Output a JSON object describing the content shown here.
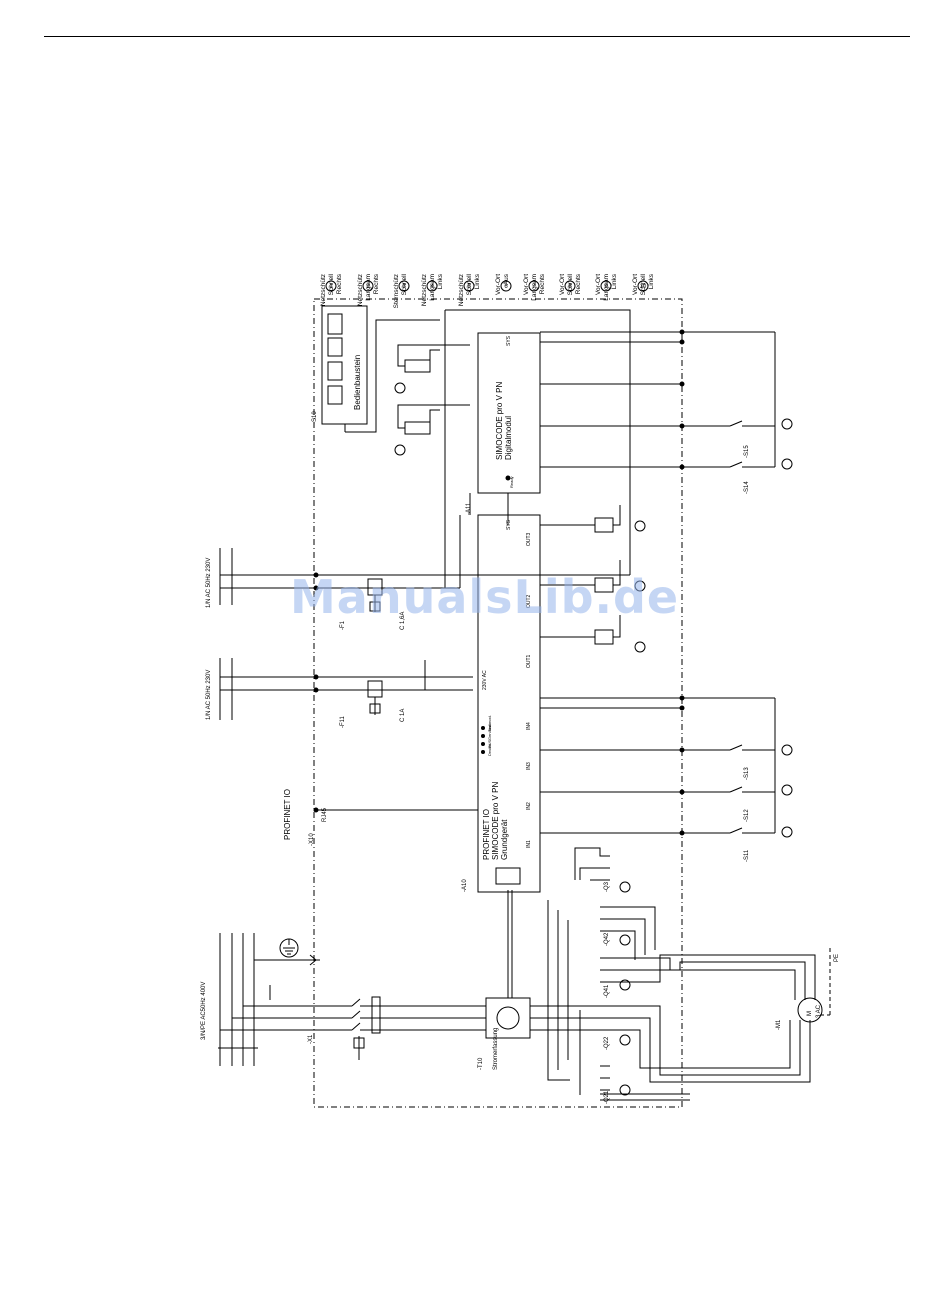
{
  "colors": {
    "ink": "#000000",
    "watermark": "#96b4eb"
  },
  "watermark": "ManualsLib.de",
  "legend": [
    {
      "num": "1",
      "l1": "Netzschütz",
      "l2": "Schnell",
      "l3": "Rechts"
    },
    {
      "num": "2",
      "l1": "Netzschütz",
      "l2": "Langsam",
      "l3": "Rechts"
    },
    {
      "num": "3",
      "l1": "Sternschütz",
      "l2": "Schnell",
      "l3": ""
    },
    {
      "num": "4",
      "l1": "Netzschütz",
      "l2": "Langsam",
      "l3": "Links"
    },
    {
      "num": "5",
      "l1": "Netzschütz",
      "l2": "Schnell",
      "l3": "Links"
    },
    {
      "num": "6",
      "l1": "Vor-Ort",
      "l2": "Aus",
      "l3": ""
    },
    {
      "num": "7",
      "l1": "Vor-Ort",
      "l2": "Langsam",
      "l3": "Rechts"
    },
    {
      "num": "8",
      "l1": "Vor-Ort",
      "l2": "Schnell",
      "l3": "Rechts"
    },
    {
      "num": "9",
      "l1": "Vor-Ort",
      "l2": "Langsam",
      "l3": "Links"
    },
    {
      "num": "10",
      "l1": "Vor-Ort",
      "l2": "Schnell",
      "l3": "Links"
    }
  ],
  "supply": {
    "main": "3/N/PE AC50Hz 400V",
    "ctrl1": "1/N AC 50Hz 230V",
    "ctrl2": "1/N AC 50Hz 230V",
    "profinet": "PROFINET IO",
    "x1": "-X1",
    "x10": "-X10",
    "rj45": "RJ45"
  },
  "fuses": {
    "f11": "-F11",
    "f11_rating": "C 1A",
    "f1": "-F1",
    "f1_rating": "C 1,6A"
  },
  "modules": {
    "base_title": "PROFINET IO",
    "base_l2": "SIMOCODE pro V PN",
    "base_l3": "Grundgerät",
    "base_tag": "-A10",
    "base_voltage": "230V AC",
    "leds": [
      "Device",
      "BUS",
      "Gen.fault",
      "Sim.mod."
    ],
    "dm_l1": "SIMOCODE pro V PN",
    "dm_l2": "Digitalmodul",
    "dm_tag": "-A11",
    "dm_ready": "Ready",
    "op_title": "Bedienbaustein",
    "op_tag": "-S10",
    "current_sensor": "Stromerfassung",
    "current_sensor_tag": "-T10",
    "sys": "SYS",
    "ins": [
      "IN1",
      "IN2",
      "IN3",
      "IN4"
    ],
    "outs": [
      "OUT1",
      "OUT2",
      "OUT3"
    ]
  },
  "contactors": [
    "-Q21",
    "-Q41",
    "-Q3",
    "-Q22",
    "-Q42"
  ],
  "switches": [
    "-S11",
    "-S12",
    "-S13",
    "-S14",
    "-S15"
  ],
  "motor": {
    "tag": "-M1",
    "label": "M",
    "phase": "3 AC",
    "pe": "PE"
  }
}
